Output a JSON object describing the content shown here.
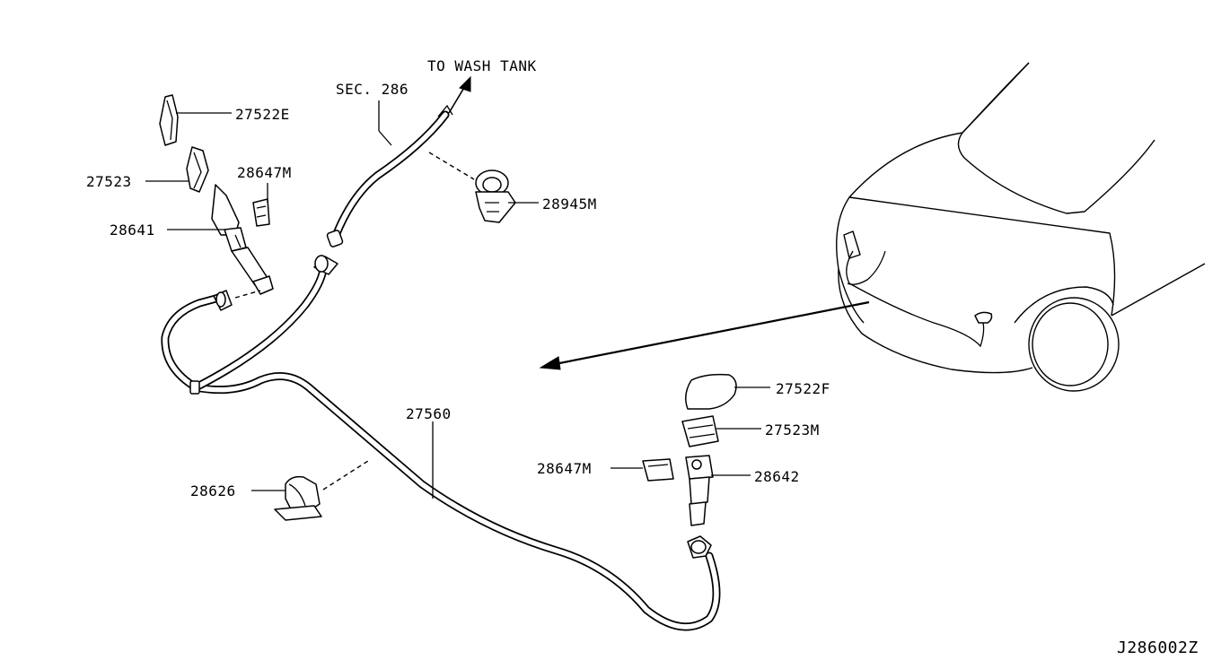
{
  "diagram": {
    "id": "J286002Z",
    "notes": {
      "to_wash_tank": "TO WASH TANK",
      "section_ref": "SEC. 286"
    },
    "parts": [
      {
        "key": "p27522e",
        "number": "27522E"
      },
      {
        "key": "p27523",
        "number": "27523"
      },
      {
        "key": "p28647m_upper",
        "number": "28647M"
      },
      {
        "key": "p28641",
        "number": "28641"
      },
      {
        "key": "p28945m",
        "number": "28945M"
      },
      {
        "key": "p27560",
        "number": "27560"
      },
      {
        "key": "p28626",
        "number": "28626"
      },
      {
        "key": "p27522f",
        "number": "27522F"
      },
      {
        "key": "p27523m",
        "number": "27523M"
      },
      {
        "key": "p28647m_lower",
        "number": "28647M"
      },
      {
        "key": "p28642",
        "number": "28642"
      }
    ],
    "colors": {
      "line": "#000000",
      "background": "#ffffff"
    }
  }
}
